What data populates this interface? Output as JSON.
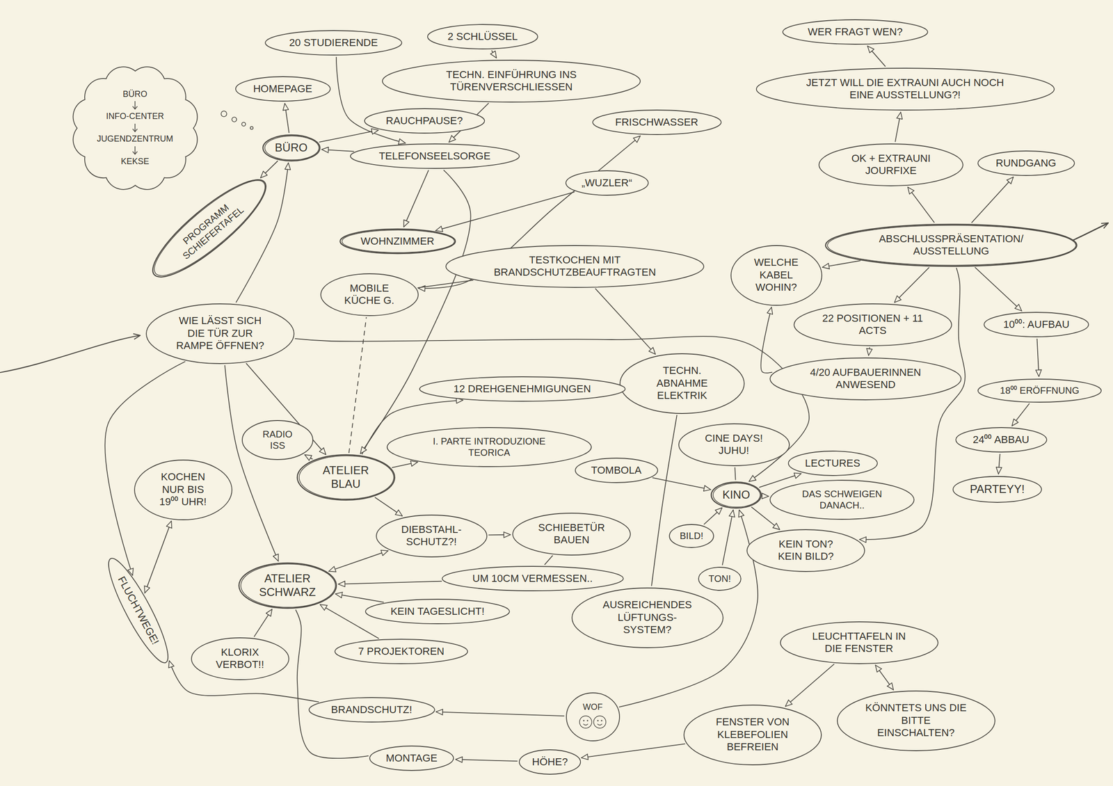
{
  "diagram": {
    "nodes": [
      {
        "text": [
          "20 STUDIERENDE"
        ]
      },
      {
        "text": [
          "2 SCHLÜSSEL"
        ]
      },
      {
        "text": [
          "TECHN. EINFÜHRUNG INS TÜRENVERSCHLIESSEN"
        ]
      },
      {
        "text": [
          "HOMEPAGE"
        ]
      },
      {
        "text": [
          "BÜRO",
          "INFO-CENTER",
          "JUGENDZENTRUM",
          "KEKSE"
        ]
      },
      {
        "text": [
          "RAUCHPAUSE?"
        ]
      },
      {
        "text": [
          "BÜRO"
        ]
      },
      {
        "text": [
          "TELEFONSEELSORGE"
        ]
      },
      {
        "text": [
          "FRISCHWASSER"
        ]
      },
      {
        "text": [
          "„WUZLER“"
        ]
      },
      {
        "text": [
          "PROGRAMM SCHIEFERTAFEL"
        ]
      },
      {
        "text": [
          "WOHNZIMMER"
        ]
      },
      {
        "text": [
          "TESTKOCHEN MIT BRANDSCHUTZBEAUFTRAGTEN"
        ]
      },
      {
        "text": [
          "MOBILE KÜCHE G."
        ]
      },
      {
        "text": [
          "WIE LÄSST SICH DIE TÜR ZUR RAMPE ÖFFNEN?"
        ]
      },
      {
        "text": [
          "TECHN. ABNAHME ELEKTRIK"
        ]
      },
      {
        "text": [
          "12 DREHGENEHMIGUNGEN"
        ]
      },
      {
        "text": [
          "I. PARTE INTRODUZIONE TEORICA"
        ]
      },
      {
        "text": [
          "RADIO ISS"
        ]
      },
      {
        "text": [
          "ATELIER BLAU"
        ]
      },
      {
        "text": [
          "KOCHEN NUR BIS 19⁰⁰ UHR!"
        ]
      },
      {
        "text": [
          "TOMBOLA"
        ]
      },
      {
        "text": [
          "CINE DAYS! JUHU!"
        ]
      },
      {
        "text": [
          "KINO"
        ]
      },
      {
        "text": [
          "LECTURES"
        ]
      },
      {
        "text": [
          "DAS SCHWEIGEN DANACH.."
        ]
      },
      {
        "text": [
          "DIEBSTAHL- SCHUTZ?!"
        ]
      },
      {
        "text": [
          "SCHIEBETÜR BAUEN"
        ]
      },
      {
        "text": [
          "BILD!"
        ]
      },
      {
        "text": [
          "KEIN TON? KEIN BILD?"
        ]
      },
      {
        "text": [
          "UM 10CM VERMESSEN.."
        ]
      },
      {
        "text": [
          "ATELIER SCHWARZ"
        ]
      },
      {
        "text": [
          "KEIN TAGESLICHT!"
        ]
      },
      {
        "text": [
          "TON!"
        ]
      },
      {
        "text": [
          "FLUCHTWEGE!"
        ]
      },
      {
        "text": [
          "AUSREICHENDES LÜFTUNGS- SYSTEM?"
        ]
      },
      {
        "text": [
          "KLORIX VERBOT!!"
        ]
      },
      {
        "text": [
          "7 PROJEKTOREN"
        ]
      },
      {
        "text": [
          "LEUCHTTAFELN IN DIE FENSTER"
        ]
      },
      {
        "text": [
          "BRANDSCHUTZ!"
        ]
      },
      {
        "text": [
          "WOF"
        ]
      },
      {
        "text": [
          "FENSTER VON KLEBEFOLIEN BEFREIEN"
        ]
      },
      {
        "text": [
          "KÖNNTETS UNS DIE BITTE EINSCHALTEN?"
        ]
      },
      {
        "text": [
          "MONTAGE"
        ]
      },
      {
        "text": [
          "HÖHE?"
        ]
      },
      {
        "text": [
          "WER FRAGT WEN?"
        ]
      },
      {
        "text": [
          "JETZT WILL DIE EXTRAUNI AUCH NOCH EINE AUSSTELLUNG?!"
        ]
      },
      {
        "text": [
          "OK + EXTRAUNI JOURFIXE"
        ]
      },
      {
        "text": [
          "RUNDGANG"
        ]
      },
      {
        "text": [
          "ABSCHLUSSPRÄSENTATION/ AUSSTELLUNG"
        ]
      },
      {
        "text": [
          "WELCHE KABEL WOHIN?"
        ]
      },
      {
        "text": [
          "22 POSITIONEN + 11 ACTS"
        ]
      },
      {
        "text": [
          "10⁰⁰: AUFBAU"
        ]
      },
      {
        "text": [
          "4/20 AUFBAUERINNEN ANWESEND"
        ]
      },
      {
        "text": [
          "18⁰⁰ ERÖFFNUNG"
        ]
      },
      {
        "text": [
          "24⁰⁰ ABBAU"
        ]
      },
      {
        "text": [
          "PARTEYY!"
        ]
      }
    ],
    "edges": [
      {
        "from": 1,
        "to": 2,
        "arrow": "to"
      },
      {
        "from": 2,
        "to": 7,
        "arrow": "to"
      },
      {
        "from": 0,
        "to": 7,
        "arrow": "to"
      },
      {
        "from": 6,
        "to": 3,
        "arrow": "to"
      },
      {
        "from": 7,
        "to": 6,
        "arrow": "to"
      },
      {
        "from": 6,
        "to": 5,
        "arrow": "to"
      },
      {
        "from": 6,
        "to": 10,
        "arrow": "to"
      },
      {
        "from": 14,
        "to": 6,
        "arrow": "to"
      },
      {
        "from": 7,
        "to": 11,
        "arrow": "to"
      },
      {
        "from": 8,
        "to": 13,
        "arrow": "both"
      },
      {
        "from": 9,
        "to": 11,
        "arrow": "to"
      },
      {
        "from": 13,
        "to": 12,
        "arrow": "none"
      },
      {
        "from": 12,
        "to": 15,
        "arrow": "to"
      },
      {
        "from": 19,
        "to": 13,
        "arrow": "none"
      },
      {
        "from": 14,
        "to": 19,
        "arrow": "to"
      },
      {
        "from": 14,
        "to": 31,
        "arrow": "to"
      },
      {
        "from": 14,
        "to": 23,
        "arrow": "to"
      },
      {
        "from": 14,
        "to": 34,
        "arrow": "to"
      },
      {
        "from": 20,
        "to": 34,
        "arrow": "both"
      },
      {
        "from": 19,
        "to": 16,
        "arrow": "to"
      },
      {
        "from": 19,
        "to": 17,
        "arrow": "to"
      },
      {
        "from": 19,
        "to": 18,
        "arrow": "to"
      },
      {
        "from": 19,
        "to": 26,
        "arrow": "to"
      },
      {
        "from": 26,
        "to": 27,
        "arrow": "to"
      },
      {
        "from": 26,
        "to": 31,
        "arrow": "both"
      },
      {
        "from": 30,
        "to": 31,
        "arrow": "to"
      },
      {
        "from": 27,
        "to": 30,
        "arrow": "none"
      },
      {
        "from": 32,
        "to": 31,
        "arrow": "to"
      },
      {
        "from": 37,
        "to": 31,
        "arrow": "to"
      },
      {
        "from": 36,
        "to": 31,
        "arrow": "to"
      },
      {
        "from": 7,
        "to": 19,
        "arrow": "to"
      },
      {
        "from": 15,
        "to": 35,
        "arrow": "none"
      },
      {
        "from": 21,
        "to": 23,
        "arrow": "to"
      },
      {
        "from": 22,
        "to": 23,
        "arrow": "none"
      },
      {
        "from": 23,
        "to": 24,
        "arrow": "to"
      },
      {
        "from": 23,
        "to": 25,
        "arrow": "to"
      },
      {
        "from": 23,
        "to": 29,
        "arrow": "to"
      },
      {
        "from": 28,
        "to": 23,
        "arrow": "to"
      },
      {
        "from": 33,
        "to": 23,
        "arrow": "to"
      },
      {
        "from": 40,
        "to": 23,
        "arrow": "to"
      },
      {
        "from": 40,
        "to": 39,
        "arrow": "to"
      },
      {
        "from": 39,
        "to": 34,
        "arrow": "to"
      },
      {
        "from": 41,
        "to": 44,
        "arrow": "to"
      },
      {
        "from": 44,
        "to": 43,
        "arrow": "to"
      },
      {
        "from": 43,
        "to": 31,
        "arrow": "none"
      },
      {
        "from": 38,
        "to": 41,
        "arrow": "to"
      },
      {
        "from": 38,
        "to": 42,
        "arrow": "both"
      },
      {
        "from": 49,
        "to": 29,
        "arrow": "to"
      },
      {
        "from": 49,
        "to": 47,
        "arrow": "to"
      },
      {
        "from": 47,
        "to": 46,
        "arrow": "to"
      },
      {
        "from": 46,
        "to": 45,
        "arrow": "to"
      },
      {
        "from": 49,
        "to": 48,
        "arrow": "to"
      },
      {
        "from": 49,
        "to": 50,
        "arrow": "to"
      },
      {
        "from": 49,
        "to": 51,
        "arrow": "to"
      },
      {
        "from": 51,
        "to": 53,
        "arrow": "to"
      },
      {
        "from": 53,
        "to": 50,
        "arrow": "to"
      },
      {
        "from": 49,
        "to": 52,
        "arrow": "to"
      },
      {
        "from": 52,
        "to": 54,
        "arrow": "to"
      },
      {
        "from": 54,
        "to": 55,
        "arrow": "to"
      },
      {
        "from": 55,
        "to": 56,
        "arrow": "to"
      }
    ]
  }
}
